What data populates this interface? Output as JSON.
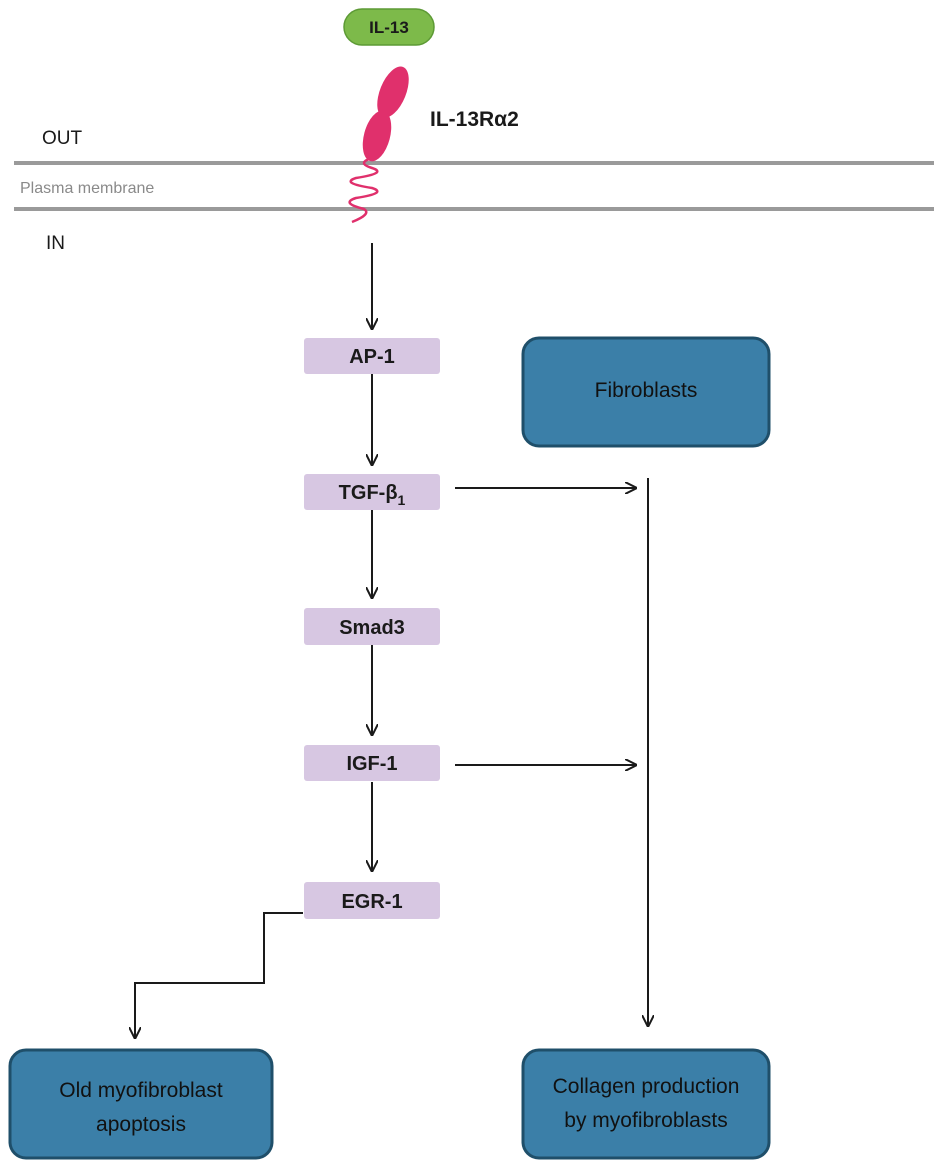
{
  "ligand": {
    "label": "IL-13"
  },
  "receptor": {
    "label": "IL-13Rα2"
  },
  "compartments": {
    "out": "OUT",
    "membrane": "Plasma membrane",
    "in": "IN"
  },
  "nodes": {
    "ap1": "AP-1",
    "tgf_base": "TGF-β",
    "tgf_sub": "1",
    "smad3": "Smad3",
    "igf1": "IGF-1",
    "egr1": "EGR-1"
  },
  "cells": {
    "fibroblasts": "Fibroblasts",
    "apoptosis_line1": "Old myofibroblast",
    "apoptosis_line2": "apoptosis",
    "collagen_line1": "Collagen production",
    "collagen_line2": "by myofibroblasts"
  },
  "colors": {
    "ligand": "#7dba4a",
    "receptor": "#e0306c",
    "node": "#d7c7e2",
    "cell_box": "#3b7fa8",
    "membrane": "#9a9a9a"
  }
}
